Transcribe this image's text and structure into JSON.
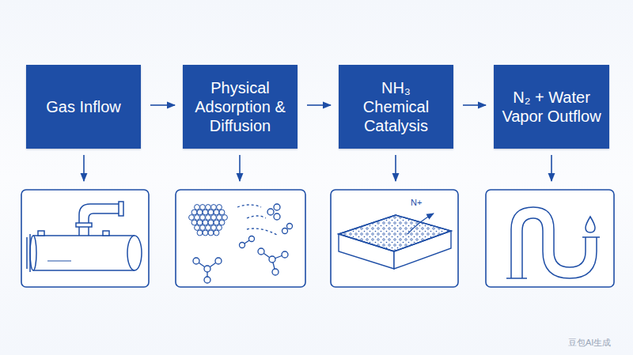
{
  "diagram": {
    "nodes": [
      {
        "text": [
          "Gas Inflow"
        ]
      },
      {
        "text": [
          "Physical Adsorption & Diffusion"
        ]
      },
      {
        "text": [
          "NH₃ Chemical Catalysis"
        ]
      },
      {
        "text": [
          "N₂ + Water Vapor Outflow"
        ]
      }
    ],
    "edges": [
      {
        "from": 0,
        "to": 1,
        "arrow": "to"
      },
      {
        "from": 1,
        "to": 2,
        "arrow": "to"
      },
      {
        "from": 2,
        "to": 3,
        "arrow": "to"
      }
    ],
    "labels": [
      "N+",
      "豆包AI生成"
    ]
  }
}
